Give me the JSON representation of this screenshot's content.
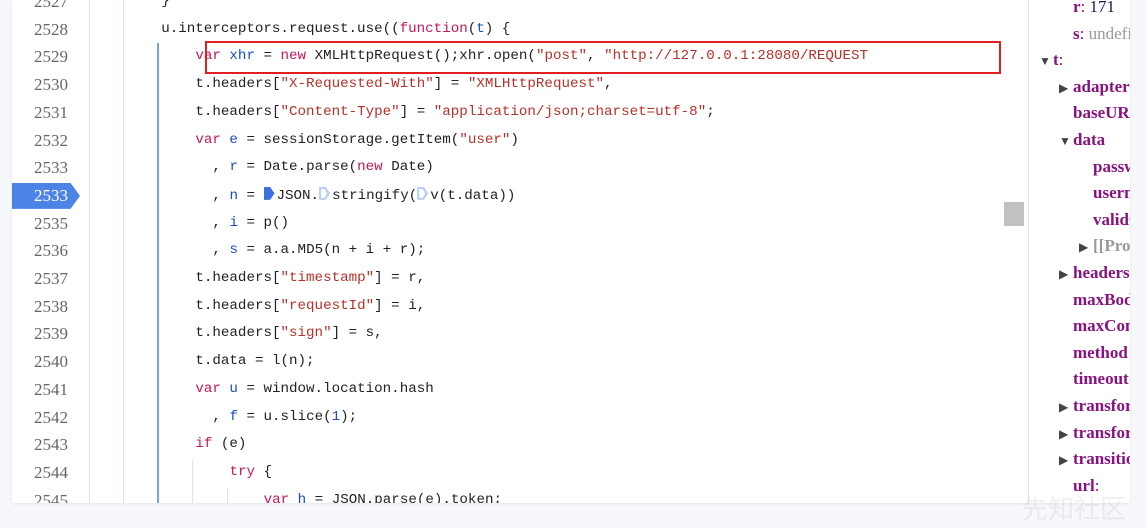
{
  "editor": {
    "active_line_label": "2533",
    "lines": [
      {
        "num": "2527",
        "indent": 8,
        "tokens": [
          [
            "plain",
            "}"
          ]
        ]
      },
      {
        "num": "2528",
        "indent": 8,
        "tokens": [
          [
            "plain",
            "u.interceptors.request.use(("
          ],
          [
            "kw",
            "function"
          ],
          [
            "plain",
            "("
          ],
          [
            "var",
            "t"
          ],
          [
            "plain",
            ") {"
          ]
        ]
      },
      {
        "num": "2529",
        "indent": 12,
        "tokens": [
          [
            "kw",
            "var"
          ],
          [
            "plain",
            " "
          ],
          [
            "var",
            "xhr"
          ],
          [
            "plain",
            " = "
          ],
          [
            "kw",
            "new"
          ],
          [
            "plain",
            " XMLHttpRequest();xhr.open("
          ],
          [
            "str",
            "\"post\""
          ],
          [
            "plain",
            ", "
          ],
          [
            "str",
            "\"http://127.0.0.1:28080/REQUEST"
          ]
        ]
      },
      {
        "num": "2530",
        "indent": 12,
        "tokens": [
          [
            "plain",
            "t.headers["
          ],
          [
            "str",
            "\"X-Requested-With\""
          ],
          [
            "plain",
            "] = "
          ],
          [
            "str",
            "\"XMLHttpRequest\""
          ],
          [
            "plain",
            ","
          ]
        ]
      },
      {
        "num": "2531",
        "indent": 12,
        "tokens": [
          [
            "plain",
            "t.headers["
          ],
          [
            "str",
            "\"Content-Type\""
          ],
          [
            "plain",
            "] = "
          ],
          [
            "str",
            "\"application/json;charset=utf-8\""
          ],
          [
            "plain",
            ";"
          ]
        ]
      },
      {
        "num": "2532",
        "indent": 12,
        "tokens": [
          [
            "kw",
            "var"
          ],
          [
            "plain",
            " "
          ],
          [
            "var",
            "e"
          ],
          [
            "plain",
            " = sessionStorage.getItem("
          ],
          [
            "str",
            "\"user\""
          ],
          [
            "plain",
            ")"
          ]
        ]
      },
      {
        "num": "2533",
        "indent": 14,
        "tokens": [
          [
            "plain",
            ", "
          ],
          [
            "var",
            "r"
          ],
          [
            "plain",
            " = Date.parse("
          ],
          [
            "kw",
            "new"
          ],
          [
            "plain",
            " Date)"
          ]
        ]
      },
      {
        "num": "2533",
        "active": true,
        "indent": 14,
        "tokens": [
          [
            "plain",
            ", "
          ],
          [
            "var",
            "n"
          ],
          [
            "plain",
            " = "
          ],
          [
            "bp-on",
            ""
          ],
          [
            "plain",
            "JSON."
          ],
          [
            "bp-off",
            ""
          ],
          [
            "plain",
            "stringify("
          ],
          [
            "bp-off",
            ""
          ],
          [
            "plain",
            "v(t.data))"
          ]
        ]
      },
      {
        "num": "2535",
        "indent": 14,
        "tokens": [
          [
            "plain",
            ", "
          ],
          [
            "var",
            "i"
          ],
          [
            "plain",
            " = p()"
          ]
        ]
      },
      {
        "num": "2536",
        "indent": 14,
        "tokens": [
          [
            "plain",
            ", "
          ],
          [
            "var",
            "s"
          ],
          [
            "plain",
            " = a.a.MD5(n + i + r);"
          ]
        ]
      },
      {
        "num": "2537",
        "indent": 12,
        "tokens": [
          [
            "plain",
            "t.headers["
          ],
          [
            "str",
            "\"timestamp\""
          ],
          [
            "plain",
            "] = r,"
          ]
        ]
      },
      {
        "num": "2538",
        "indent": 12,
        "tokens": [
          [
            "plain",
            "t.headers["
          ],
          [
            "str",
            "\"requestId\""
          ],
          [
            "plain",
            "] = i,"
          ]
        ]
      },
      {
        "num": "2539",
        "indent": 12,
        "tokens": [
          [
            "plain",
            "t.headers["
          ],
          [
            "str",
            "\"sign\""
          ],
          [
            "plain",
            "] = s,"
          ]
        ]
      },
      {
        "num": "2540",
        "indent": 12,
        "tokens": [
          [
            "plain",
            "t.data = l(n);"
          ]
        ]
      },
      {
        "num": "2541",
        "indent": 12,
        "tokens": [
          [
            "kw",
            "var"
          ],
          [
            "plain",
            " "
          ],
          [
            "var",
            "u"
          ],
          [
            "plain",
            " = window.location.hash"
          ]
        ]
      },
      {
        "num": "2542",
        "indent": 14,
        "tokens": [
          [
            "plain",
            ", "
          ],
          [
            "var",
            "f"
          ],
          [
            "plain",
            " = u.slice("
          ],
          [
            "num",
            "1"
          ],
          [
            "plain",
            ");"
          ]
        ]
      },
      {
        "num": "2543",
        "indent": 12,
        "tokens": [
          [
            "kw",
            "if"
          ],
          [
            "plain",
            " (e)"
          ]
        ]
      },
      {
        "num": "2544",
        "indent": 16,
        "tokens": [
          [
            "kw",
            "try"
          ],
          [
            "plain",
            " {"
          ]
        ]
      },
      {
        "num": "2545",
        "indent": 20,
        "tokens": [
          [
            "kw",
            "var"
          ],
          [
            "plain",
            " "
          ],
          [
            "var",
            "h"
          ],
          [
            "plain",
            " = JSON.parse(e).token;"
          ]
        ]
      }
    ]
  },
  "scope": {
    "items": [
      {
        "level": 1,
        "toggle": "",
        "key": "r",
        "sep": ": ",
        "value": "171",
        "value_style": "dark"
      },
      {
        "level": 1,
        "toggle": "",
        "key": "s",
        "sep": ": ",
        "value": "undefined",
        "value_style": "grey"
      },
      {
        "level": 0,
        "toggle": "expanded",
        "key": "t",
        "sep": ":",
        "value": ""
      },
      {
        "level": 1,
        "toggle": "collapsed",
        "key": "adapter",
        "sep": "",
        "value": ""
      },
      {
        "level": 1,
        "toggle": "",
        "key": "baseURL",
        "sep": "",
        "value": ""
      },
      {
        "level": 1,
        "toggle": "expanded",
        "key": "data",
        "sep": "",
        "value": ""
      },
      {
        "level": 2,
        "toggle": "",
        "key": "password",
        "sep": "",
        "value": ""
      },
      {
        "level": 2,
        "toggle": "",
        "key": "username",
        "sep": "",
        "value": ""
      },
      {
        "level": 2,
        "toggle": "",
        "key": "validCode",
        "sep": "",
        "value": ""
      },
      {
        "level": 2,
        "toggle": "collapsed",
        "key": "[[Prototype]]",
        "sep": "",
        "value": "",
        "value_style": "grey"
      },
      {
        "level": 1,
        "toggle": "collapsed",
        "key": "headers",
        "sep": "",
        "value": ""
      },
      {
        "level": 1,
        "toggle": "",
        "key": "maxBodyLength",
        "sep": "",
        "value": ""
      },
      {
        "level": 1,
        "toggle": "",
        "key": "maxContentLength",
        "sep": "",
        "value": ""
      },
      {
        "level": 1,
        "toggle": "",
        "key": "method",
        "sep": "",
        "value": ""
      },
      {
        "level": 1,
        "toggle": "",
        "key": "timeout",
        "sep": "",
        "value": ""
      },
      {
        "level": 1,
        "toggle": "collapsed",
        "key": "transformRequest",
        "sep": "",
        "value": ""
      },
      {
        "level": 1,
        "toggle": "collapsed",
        "key": "transformResponse",
        "sep": "",
        "value": ""
      },
      {
        "level": 1,
        "toggle": "collapsed",
        "key": "transitional",
        "sep": "",
        "value": ""
      },
      {
        "level": 1,
        "toggle": "",
        "key": "url",
        "sep": ":",
        "value": ""
      }
    ]
  },
  "watermark": "先知社区",
  "colors": {
    "highlight_box": "#e02020",
    "active_line": "#4c84e6",
    "keyword": "#c2185b",
    "string": "#b5322a",
    "variable": "#1a4fb8",
    "scope_key": "#881280"
  }
}
